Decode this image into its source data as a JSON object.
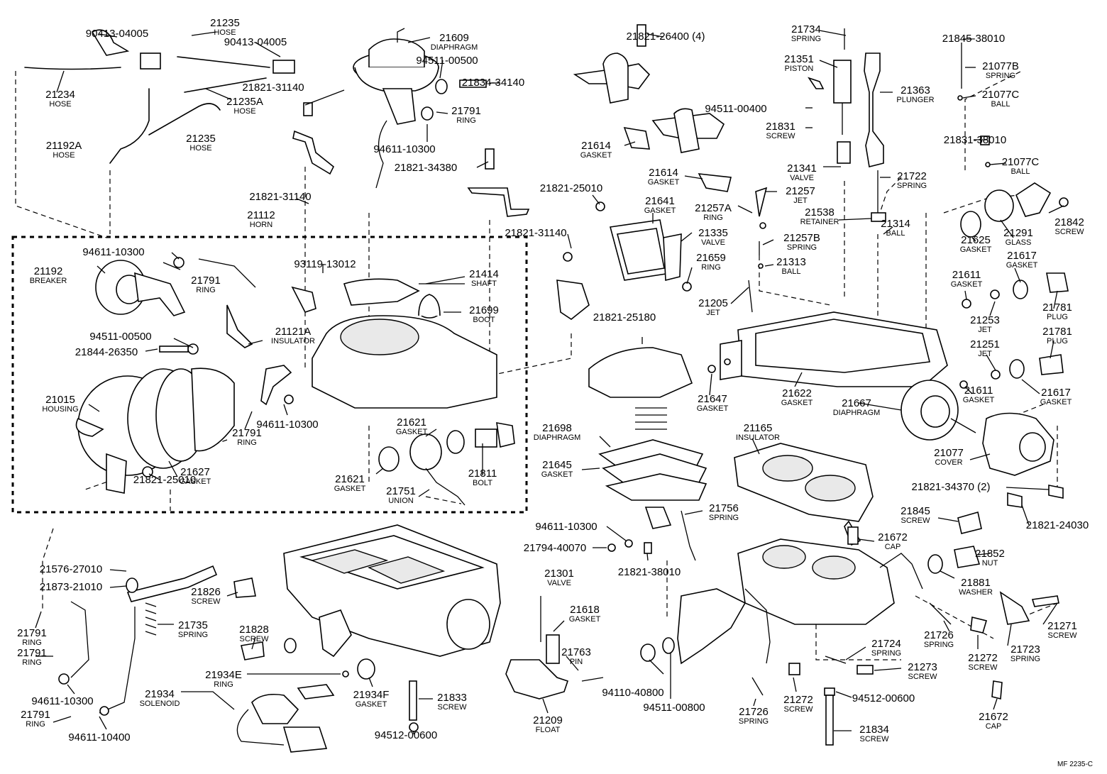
{
  "footer_code": "MF 2235-C",
  "labels": [
    {
      "id": "c1",
      "num": "21235",
      "name": "HOSE"
    },
    {
      "id": "c2",
      "num": "90413-04005",
      "name": ""
    },
    {
      "id": "c3",
      "num": "90413-04005",
      "name": ""
    },
    {
      "id": "c4",
      "num": "21234",
      "name": "HOSE"
    },
    {
      "id": "c5",
      "num": "21235A",
      "name": "HOSE"
    },
    {
      "id": "c6",
      "num": "21821-31140",
      "name": ""
    },
    {
      "id": "c7",
      "num": "21192A",
      "name": "HOSE"
    },
    {
      "id": "c8",
      "num": "21235",
      "name": "HOSE"
    },
    {
      "id": "c9",
      "num": "21609",
      "name": "DIAPHRAGM"
    },
    {
      "id": "c10",
      "num": "94511-00500",
      "name": ""
    },
    {
      "id": "c11",
      "num": "21834-34140",
      "name": ""
    },
    {
      "id": "c12",
      "num": "21791",
      "name": "RING"
    },
    {
      "id": "c13",
      "num": "94611-10300",
      "name": ""
    },
    {
      "id": "c14",
      "num": "21821-34380",
      "name": ""
    },
    {
      "id": "c15",
      "num": "21821-31140",
      "name": ""
    },
    {
      "id": "c16",
      "num": "21112",
      "name": "HORN"
    },
    {
      "id": "c17",
      "num": "94611-10300",
      "name": ""
    },
    {
      "id": "c18",
      "num": "21192",
      "name": "BREAKER"
    },
    {
      "id": "c19",
      "num": "21791",
      "name": "RING"
    },
    {
      "id": "c20",
      "num": "93119-13012",
      "name": ""
    },
    {
      "id": "c21",
      "num": "21414",
      "name": "SHAFT"
    },
    {
      "id": "c22",
      "num": "21699",
      "name": "BOOT"
    },
    {
      "id": "c23",
      "num": "21121A",
      "name": "INSULATOR"
    },
    {
      "id": "c24",
      "num": "94511-00500",
      "name": ""
    },
    {
      "id": "c25",
      "num": "21844-26350",
      "name": ""
    },
    {
      "id": "c26",
      "num": "21015",
      "name": "HOUSING"
    },
    {
      "id": "c27",
      "num": "94611-10300",
      "name": ""
    },
    {
      "id": "c28",
      "num": "21791",
      "name": "RING"
    },
    {
      "id": "c29",
      "num": "21621",
      "name": "GASKET"
    },
    {
      "id": "c30",
      "num": "21627",
      "name": "GASKET"
    },
    {
      "id": "c31",
      "num": "21821-25010",
      "name": ""
    },
    {
      "id": "c32",
      "num": "21621",
      "name": "GASKET"
    },
    {
      "id": "c33",
      "num": "21811",
      "name": "BOLT"
    },
    {
      "id": "c34",
      "num": "21751",
      "name": "UNION"
    },
    {
      "id": "c35",
      "num": "21821-26400 (4)",
      "name": ""
    },
    {
      "id": "c36",
      "num": "21734",
      "name": "SPRING"
    },
    {
      "id": "c37",
      "num": "21845-38010",
      "name": ""
    },
    {
      "id": "c38",
      "num": "21351",
      "name": "PISTON"
    },
    {
      "id": "c39",
      "num": "21077B",
      "name": "SPRING"
    },
    {
      "id": "c40",
      "num": "21363",
      "name": "PLUNGER"
    },
    {
      "id": "c41",
      "num": "21077C",
      "name": "BALL"
    },
    {
      "id": "c42",
      "num": "94511-00400",
      "name": ""
    },
    {
      "id": "c43",
      "num": "21831",
      "name": "SCREW"
    },
    {
      "id": "c44",
      "num": "21831-38010",
      "name": ""
    },
    {
      "id": "c45",
      "num": "21077C",
      "name": "BALL"
    },
    {
      "id": "c46",
      "num": "21614",
      "name": "GASKET"
    },
    {
      "id": "c47",
      "num": "21614",
      "name": "GASKET"
    },
    {
      "id": "c48",
      "num": "21341",
      "name": "VALVE"
    },
    {
      "id": "c49",
      "num": "21722",
      "name": "SPRING"
    },
    {
      "id": "c50",
      "num": "21821-25010",
      "name": ""
    },
    {
      "id": "c51",
      "num": "21641",
      "name": "GASKET"
    },
    {
      "id": "c52",
      "num": "21257",
      "name": "JET"
    },
    {
      "id": "c53",
      "num": "21257A",
      "name": "RING"
    },
    {
      "id": "c54",
      "num": "21538",
      "name": "RETAINER"
    },
    {
      "id": "c55",
      "num": "21314",
      "name": "BALL"
    },
    {
      "id": "c56",
      "num": "21842",
      "name": "SCREW"
    },
    {
      "id": "c57",
      "num": "21625",
      "name": "GASKET"
    },
    {
      "id": "c58",
      "num": "21291",
      "name": "GLASS"
    },
    {
      "id": "c59",
      "num": "21821-31140",
      "name": ""
    },
    {
      "id": "c60",
      "num": "21335",
      "name": "VALVE"
    },
    {
      "id": "c61",
      "num": "21257B",
      "name": "SPRING"
    },
    {
      "id": "c62",
      "num": "21659",
      "name": "RING"
    },
    {
      "id": "c63",
      "num": "21313",
      "name": "BALL"
    },
    {
      "id": "c64",
      "num": "21617",
      "name": "GASKET"
    },
    {
      "id": "c65",
      "num": "21611",
      "name": "GASKET"
    },
    {
      "id": "c66",
      "num": "21205",
      "name": "JET"
    },
    {
      "id": "c67",
      "num": "21253",
      "name": "JET"
    },
    {
      "id": "c68",
      "num": "21781",
      "name": "PLUG"
    },
    {
      "id": "c69",
      "num": "21781",
      "name": "PLUG"
    },
    {
      "id": "c70",
      "num": "21821-25180",
      "name": ""
    },
    {
      "id": "c71",
      "num": "21251",
      "name": "JET"
    },
    {
      "id": "c72",
      "num": "21647",
      "name": "GASKET"
    },
    {
      "id": "c73",
      "num": "21622",
      "name": "GASKET"
    },
    {
      "id": "c74",
      "num": "21667",
      "name": "DIAPHRAGM"
    },
    {
      "id": "c75",
      "num": "21611",
      "name": "GASKET"
    },
    {
      "id": "c76",
      "num": "21617",
      "name": "GASKET"
    },
    {
      "id": "c77",
      "num": "21698",
      "name": "DIAPHRAGM"
    },
    {
      "id": "c78",
      "num": "21165",
      "name": "INSULATOR"
    },
    {
      "id": "c79",
      "num": "21077",
      "name": "COVER"
    },
    {
      "id": "c80",
      "num": "21645",
      "name": "GASKET"
    },
    {
      "id": "c81",
      "num": "21821-34370 (2)",
      "name": ""
    },
    {
      "id": "c82",
      "num": "21756",
      "name": "SPRING"
    },
    {
      "id": "c83",
      "num": "21845",
      "name": "SCREW"
    },
    {
      "id": "c84",
      "num": "21821-24030",
      "name": ""
    },
    {
      "id": "c85",
      "num": "94611-10300",
      "name": ""
    },
    {
      "id": "c86",
      "num": "21794-40070",
      "name": ""
    },
    {
      "id": "c87",
      "num": "21672",
      "name": "CAP"
    },
    {
      "id": "c88",
      "num": "21852",
      "name": "NUT"
    },
    {
      "id": "c89",
      "num": "21821-38010",
      "name": ""
    },
    {
      "id": "c90",
      "num": "21881",
      "name": "WASHER"
    },
    {
      "id": "c91",
      "num": "21576-27010",
      "name": ""
    },
    {
      "id": "c92",
      "num": "21873-21010",
      "name": ""
    },
    {
      "id": "c93",
      "num": "21826",
      "name": "SCREW"
    },
    {
      "id": "c94",
      "num": "21301",
      "name": "VALVE"
    },
    {
      "id": "c95",
      "num": "21618",
      "name": "GASKET"
    },
    {
      "id": "c96",
      "num": "21735",
      "name": "SPRING"
    },
    {
      "id": "c97",
      "num": "21791",
      "name": "RING"
    },
    {
      "id": "c98",
      "num": "21828",
      "name": "SCREW"
    },
    {
      "id": "c99",
      "num": "21271",
      "name": "SCREW"
    },
    {
      "id": "c100",
      "num": "21726",
      "name": "SPRING"
    },
    {
      "id": "c101",
      "num": "21723",
      "name": "SPRING"
    },
    {
      "id": "c102",
      "num": "21272",
      "name": "SCREW"
    },
    {
      "id": "c103",
      "num": "21791",
      "name": "RING"
    },
    {
      "id": "c104",
      "num": "21724",
      "name": "SPRING"
    },
    {
      "id": "c105",
      "num": "21763",
      "name": "PIN"
    },
    {
      "id": "c106",
      "num": "21934E",
      "name": "RING"
    },
    {
      "id": "c107",
      "num": "21273",
      "name": "SCREW"
    },
    {
      "id": "c108",
      "num": "21934",
      "name": "SOLENOID"
    },
    {
      "id": "c109",
      "num": "21934F",
      "name": "GASKET"
    },
    {
      "id": "c110",
      "num": "94611-10300",
      "name": ""
    },
    {
      "id": "c111",
      "num": "21833",
      "name": "SCREW"
    },
    {
      "id": "c112",
      "num": "94110-40800",
      "name": ""
    },
    {
      "id": "c113",
      "num": "21791",
      "name": "RING"
    },
    {
      "id": "c114",
      "num": "21726",
      "name": "SPRING"
    },
    {
      "id": "c115",
      "num": "21272",
      "name": "SCREW"
    },
    {
      "id": "c116",
      "num": "94512-00600",
      "name": ""
    },
    {
      "id": "c117",
      "num": "21672",
      "name": "CAP"
    },
    {
      "id": "c118",
      "num": "94611-10400",
      "name": ""
    },
    {
      "id": "c119",
      "num": "21209",
      "name": "FLOAT"
    },
    {
      "id": "c120",
      "num": "94511-00800",
      "name": ""
    },
    {
      "id": "c121",
      "num": "94512-00600",
      "name": ""
    },
    {
      "id": "c122",
      "num": "21834",
      "name": "SCREW"
    }
  ]
}
